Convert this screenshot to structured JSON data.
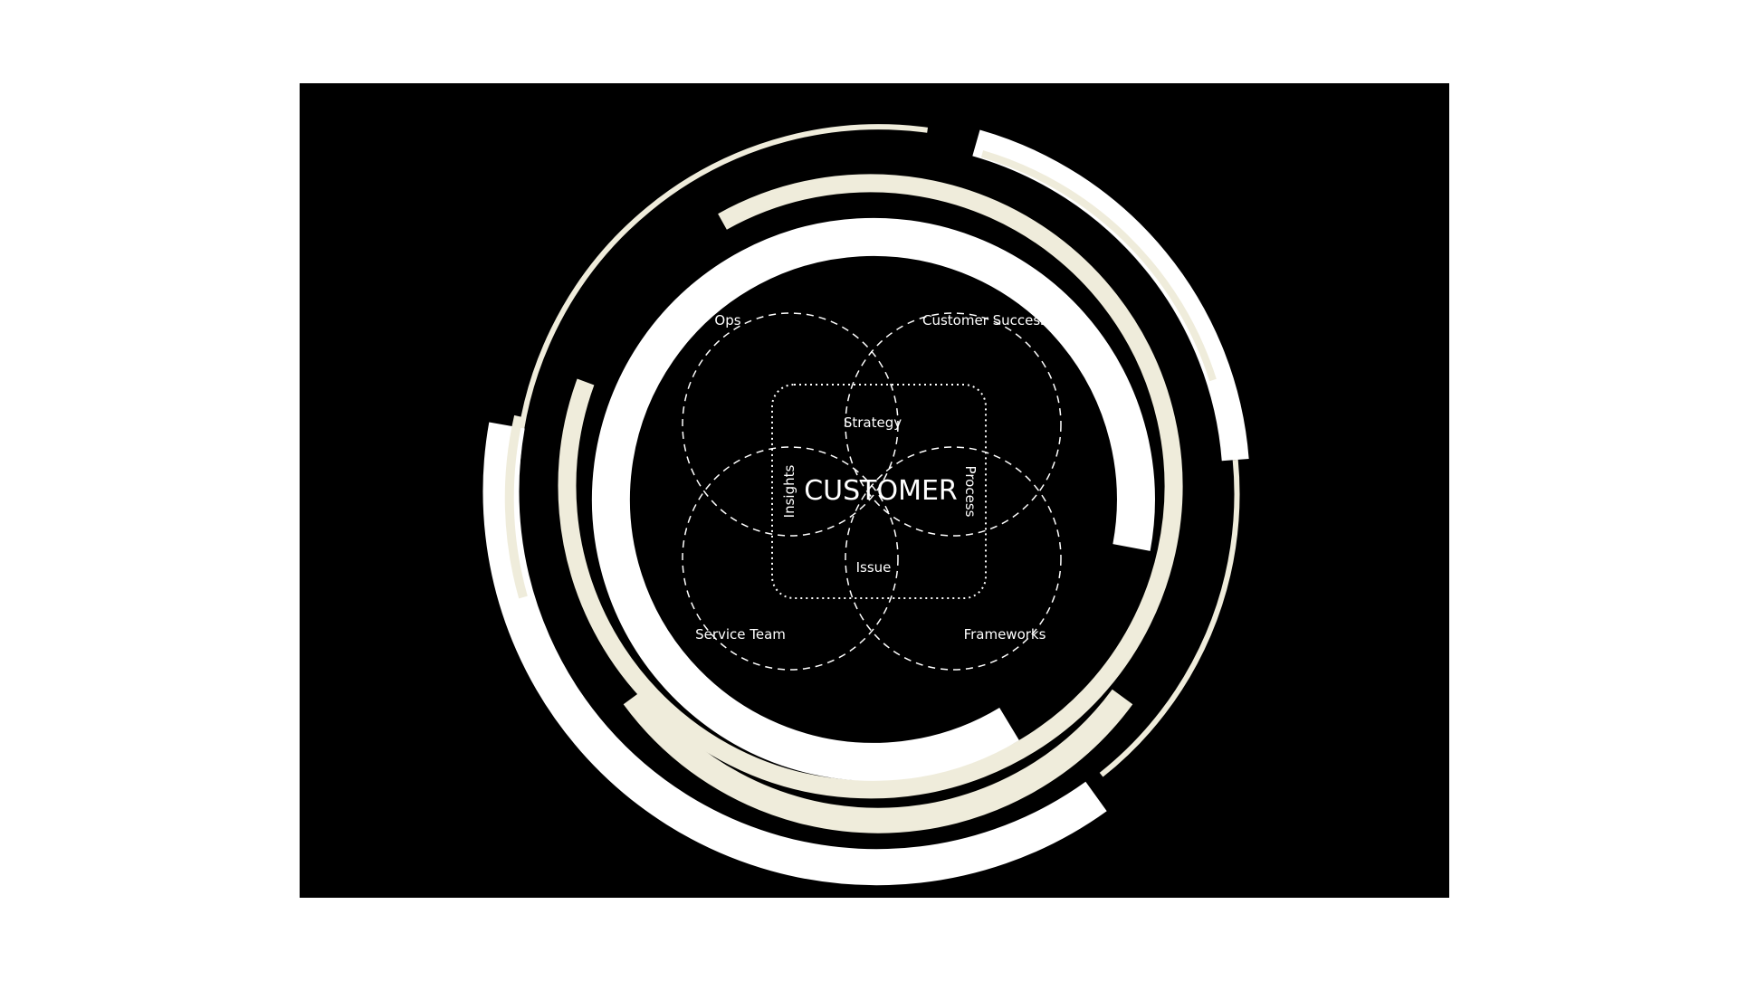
{
  "diagram": {
    "center_label": "CUSTOMER",
    "circles": {
      "top_left": "Ops",
      "top_right": "Customer Success",
      "bottom_left": "Service Team",
      "bottom_right": "Frameworks"
    },
    "overlaps": {
      "top": "Strategy",
      "left": "Insights",
      "right": "Process",
      "bottom": "Issue"
    }
  },
  "colors": {
    "background": "#000000",
    "page": "#ffffff",
    "ring_white": "#ffffff",
    "ring_cream": "#efecdb",
    "text": "#ffffff"
  }
}
